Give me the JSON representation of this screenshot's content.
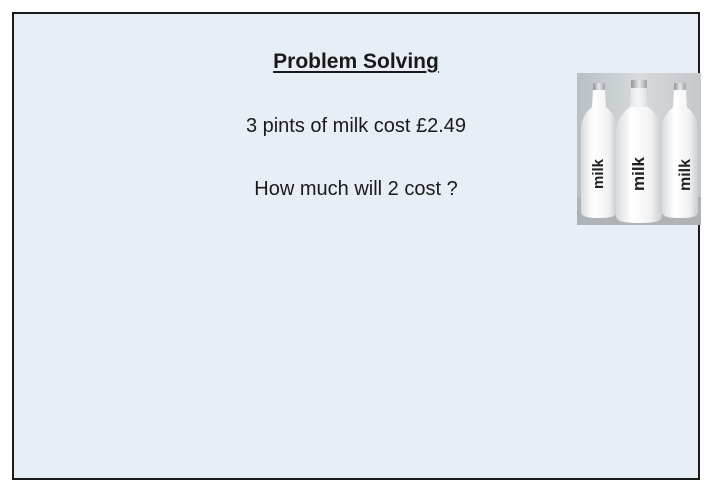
{
  "slide": {
    "title": "Problem Solving",
    "statement": "3 pints of milk cost £2.49",
    "question": "How much will 2 cost ?"
  },
  "image": {
    "icon": "milk-bottles-photo",
    "bottle_label": "milk"
  },
  "colors": {
    "slide_background": "#e8eef6",
    "border": "#1a1a1a",
    "text": "#1a1a1a"
  }
}
